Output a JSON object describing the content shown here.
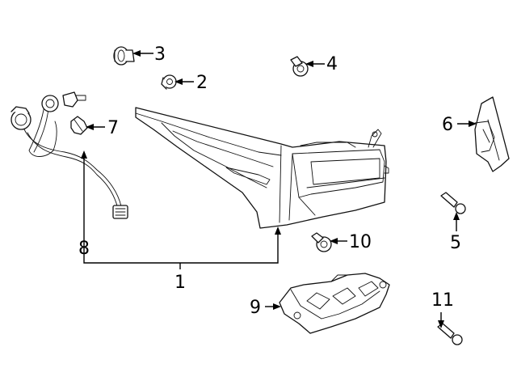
{
  "diagram": {
    "callouts": [
      {
        "id": "1",
        "label": "1"
      },
      {
        "id": "2",
        "label": "2"
      },
      {
        "id": "3",
        "label": "3"
      },
      {
        "id": "4",
        "label": "4"
      },
      {
        "id": "5",
        "label": "5"
      },
      {
        "id": "6",
        "label": "6"
      },
      {
        "id": "7",
        "label": "7"
      },
      {
        "id": "8",
        "label": "8"
      },
      {
        "id": "9",
        "label": "9"
      },
      {
        "id": "10",
        "label": "10"
      },
      {
        "id": "11",
        "label": "11"
      }
    ],
    "colors": {
      "line": "#111111",
      "background": "#ffffff"
    }
  }
}
